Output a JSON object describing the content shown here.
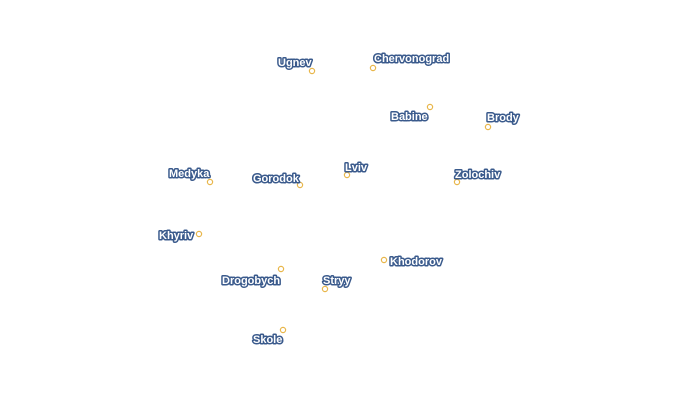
{
  "map": {
    "marker_color": "#e8b64a",
    "label_halo_color": "#3a5a8c",
    "label_text_color": "#ffffff",
    "cities": [
      {
        "name": "Ugnev"
      },
      {
        "name": "Chervonograd"
      },
      {
        "name": "Babine"
      },
      {
        "name": "Brody"
      },
      {
        "name": "Medyka"
      },
      {
        "name": "Gorodok"
      },
      {
        "name": "Lviv"
      },
      {
        "name": "Zolochiv"
      },
      {
        "name": "Khyriv"
      },
      {
        "name": "Khodorov"
      },
      {
        "name": "Drogobych"
      },
      {
        "name": "Stryy"
      },
      {
        "name": "Skole"
      }
    ]
  }
}
